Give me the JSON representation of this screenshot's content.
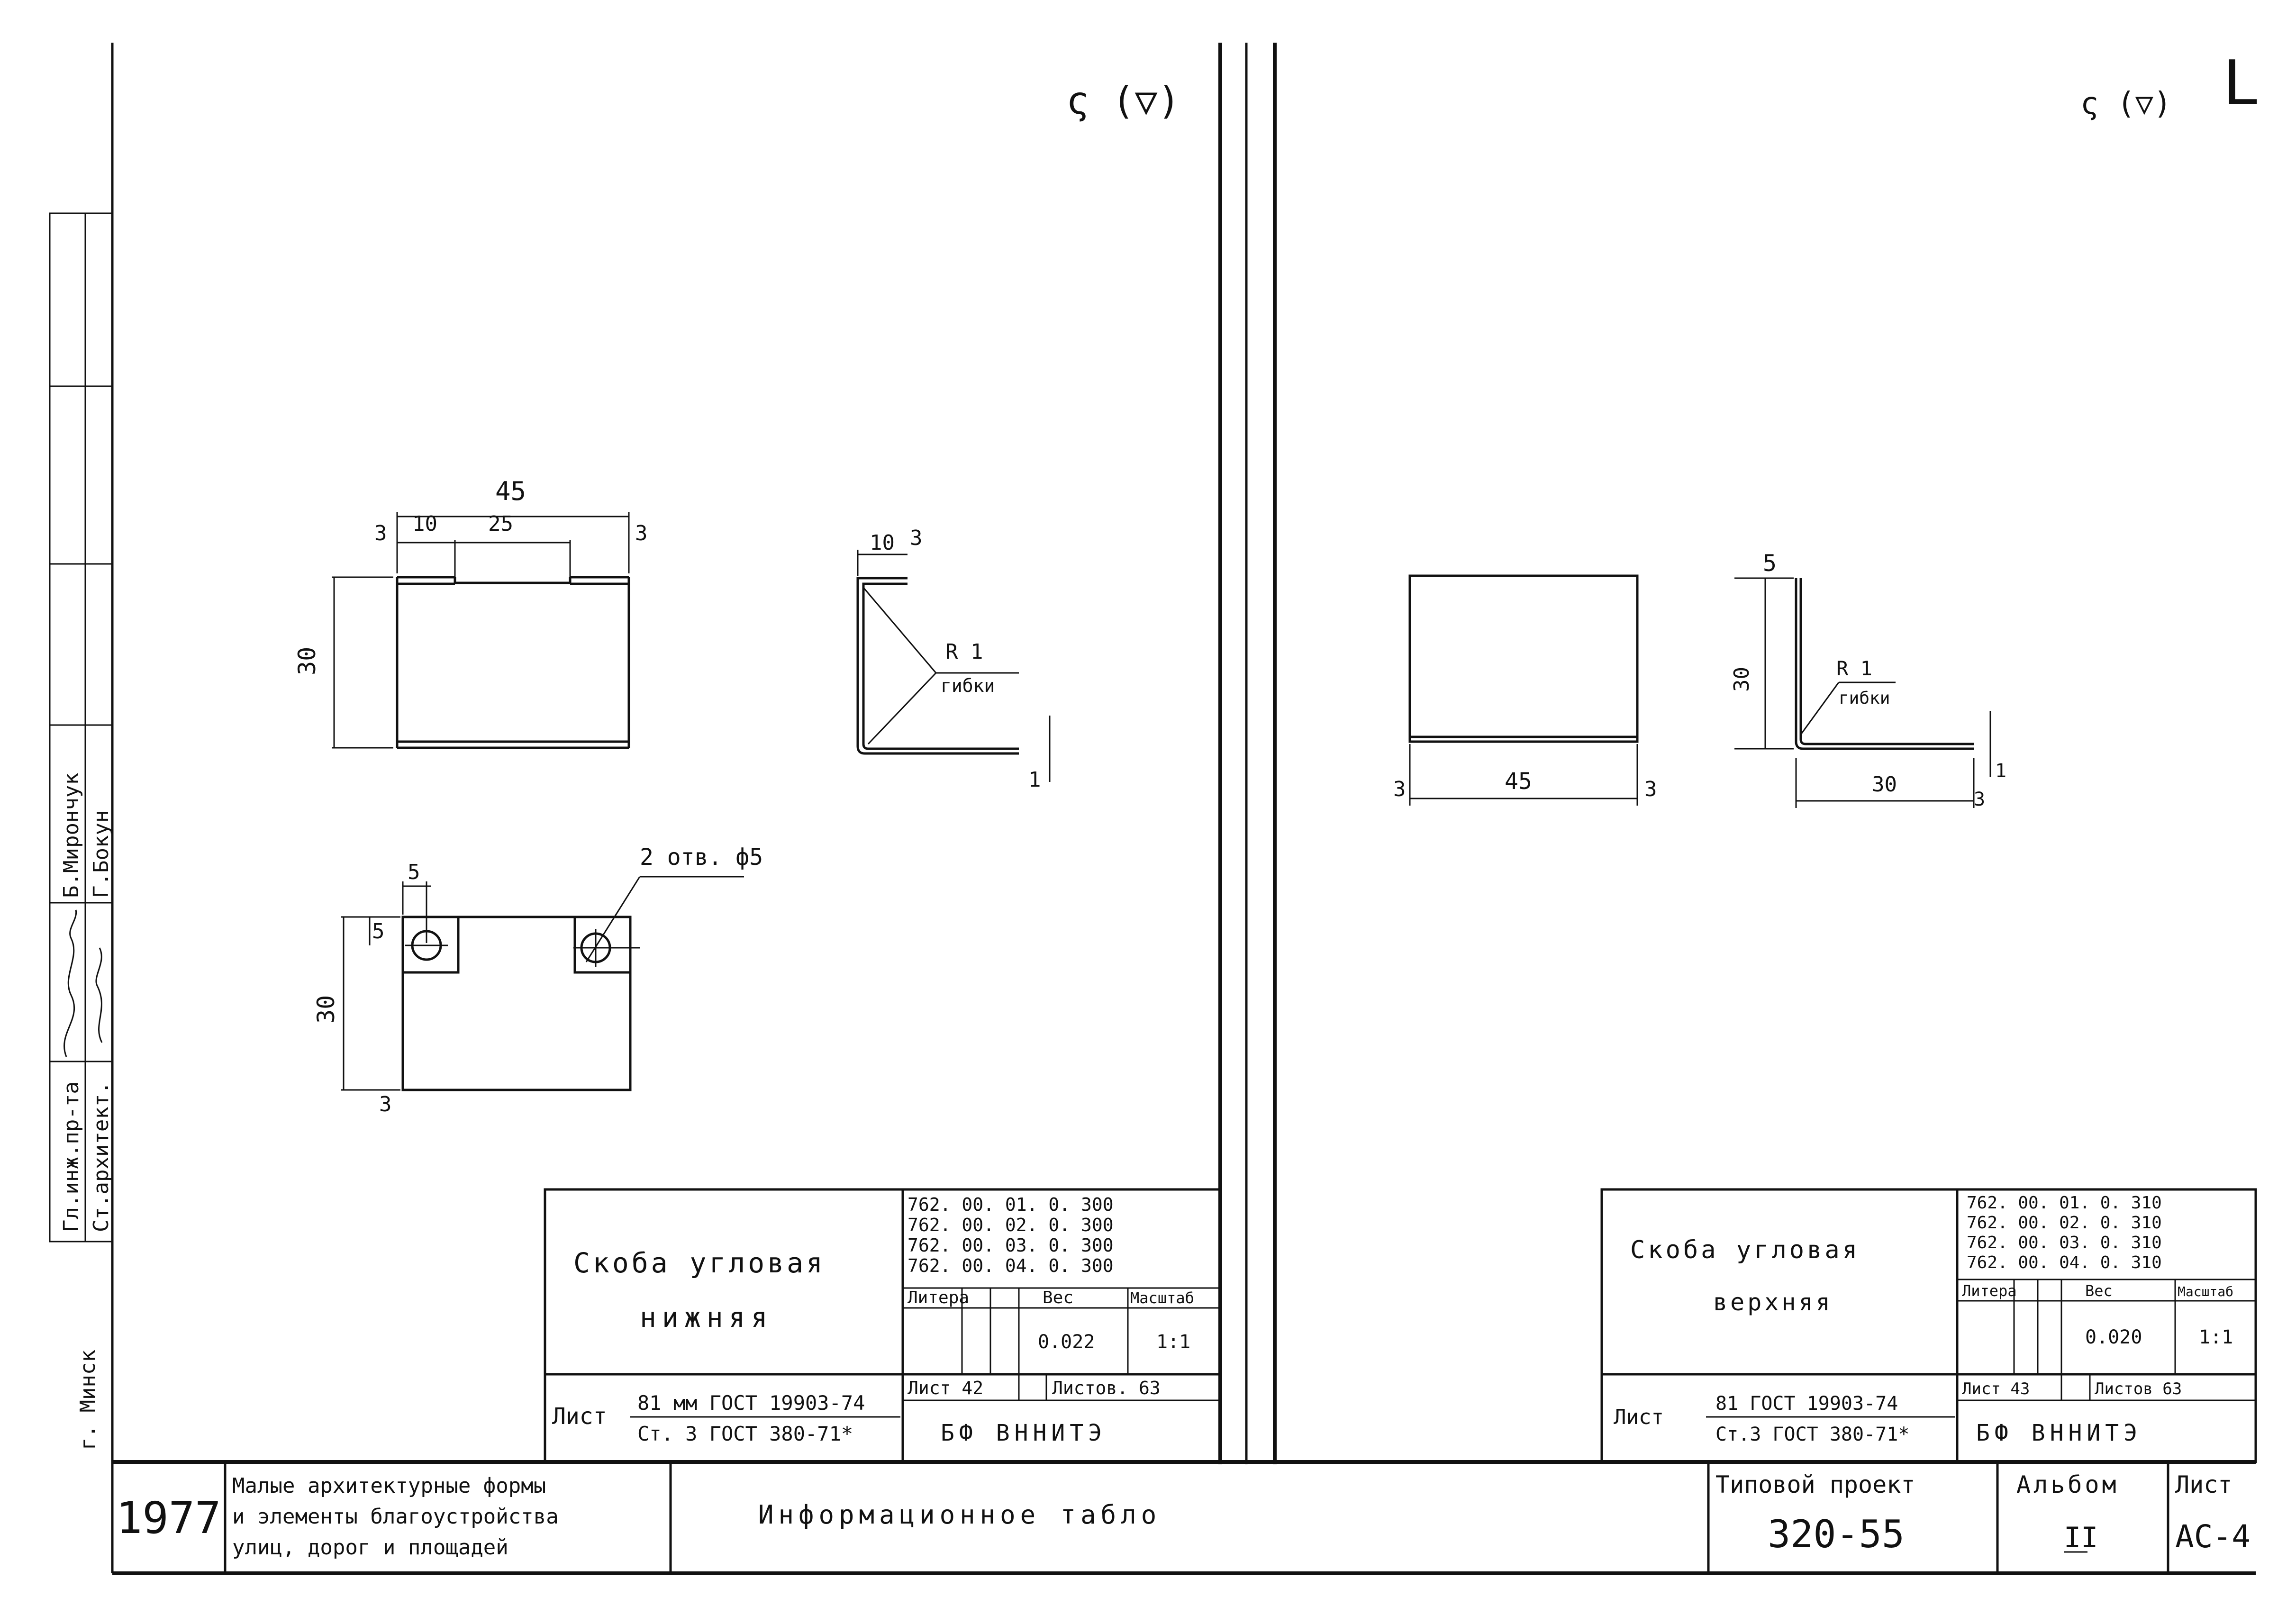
{
  "mark_left": "ς (▽)",
  "mark_right": "ς (▽)",
  "mark_right_corner": "L",
  "drawing_left": {
    "dim_45": "45",
    "dim_10": "10",
    "dim_25": "25",
    "dim_3_a": "3",
    "dim_3_b": "3",
    "dim_30": "30",
    "side_dim_10": "10",
    "side_dim_3": "3",
    "side_r1": "R 1",
    "side_bend": "гибки",
    "side_dim_1": "1",
    "holes_label": "2 отв. ф5",
    "holes_dim_5a": "5",
    "holes_dim_5b": "5",
    "holes_dim_30": "30",
    "holes_dim_3": "3"
  },
  "drawing_right": {
    "dim_45": "45",
    "dim_3_a": "3",
    "dim_3_b": "3",
    "side_dim_5": "5",
    "side_dim_30v": "30",
    "side_r1": "R 1",
    "side_bend": "гибки",
    "side_dim_30h": "30",
    "side_dim_1": "1",
    "side_dim_3": "3"
  },
  "titleblock_left": {
    "name_line1": "Скоба угловая",
    "name_line2": "нижняя",
    "codes": [
      "762. 00. 01. 0. 300",
      "762. 00. 02. 0. 300",
      "762. 00. 03. 0. 300",
      "762. 00. 04. 0. 300"
    ],
    "lit_label": "Литера",
    "weight_label": "Вес",
    "scale_label": "Масштаб",
    "weight": "0.022",
    "scale": "1:1",
    "sheet_label": "Лист",
    "material_top": "81 мм ГОСТ 19903-74",
    "material_bottom": "Ст. 3 ГОСТ 380-71*",
    "sheet_no": "Лист 42",
    "sheets_total": "Листов. 63",
    "org": "БФ ВННИТЭ"
  },
  "titleblock_right": {
    "name_line1": "Скоба угловая",
    "name_line2": "верхняя",
    "codes": [
      "762. 00. 01. 0. 310",
      "762. 00. 02. 0. 310",
      "762. 00. 03. 0. 310",
      "762. 00. 04. 0. 310"
    ],
    "lit_label": "Литера",
    "weight_label": "Вес",
    "scale_label": "Масштаб",
    "weight": "0.020",
    "scale": "1:1",
    "sheet_label": "Лист",
    "material_top": "81 ГОСТ 19903-74",
    "material_bottom": "Ст.3 ГОСТ 380-71*",
    "sheet_no": "Лист 43",
    "sheets_total": "Листов 63",
    "org": "БФ ВННИТЭ"
  },
  "side_stamp": {
    "role_1": "Гл.инж.пр-та",
    "role_2": "Ст.архитект.",
    "name_1": "Б.Мирончук",
    "name_2": "Г.Бокун",
    "city": "г. Минск"
  },
  "bottom": {
    "year": "1977",
    "series_lines": [
      "Малые архитектурные формы",
      "и элементы благоустройства",
      "улиц, дорог и площадей"
    ],
    "title": "Информационное  табло",
    "project_label": "Типовой проект",
    "project_no": "320-55",
    "album_label": "Альбом",
    "album_no": "II",
    "sheet_label": "Лист",
    "sheet_code": "АС-4"
  }
}
